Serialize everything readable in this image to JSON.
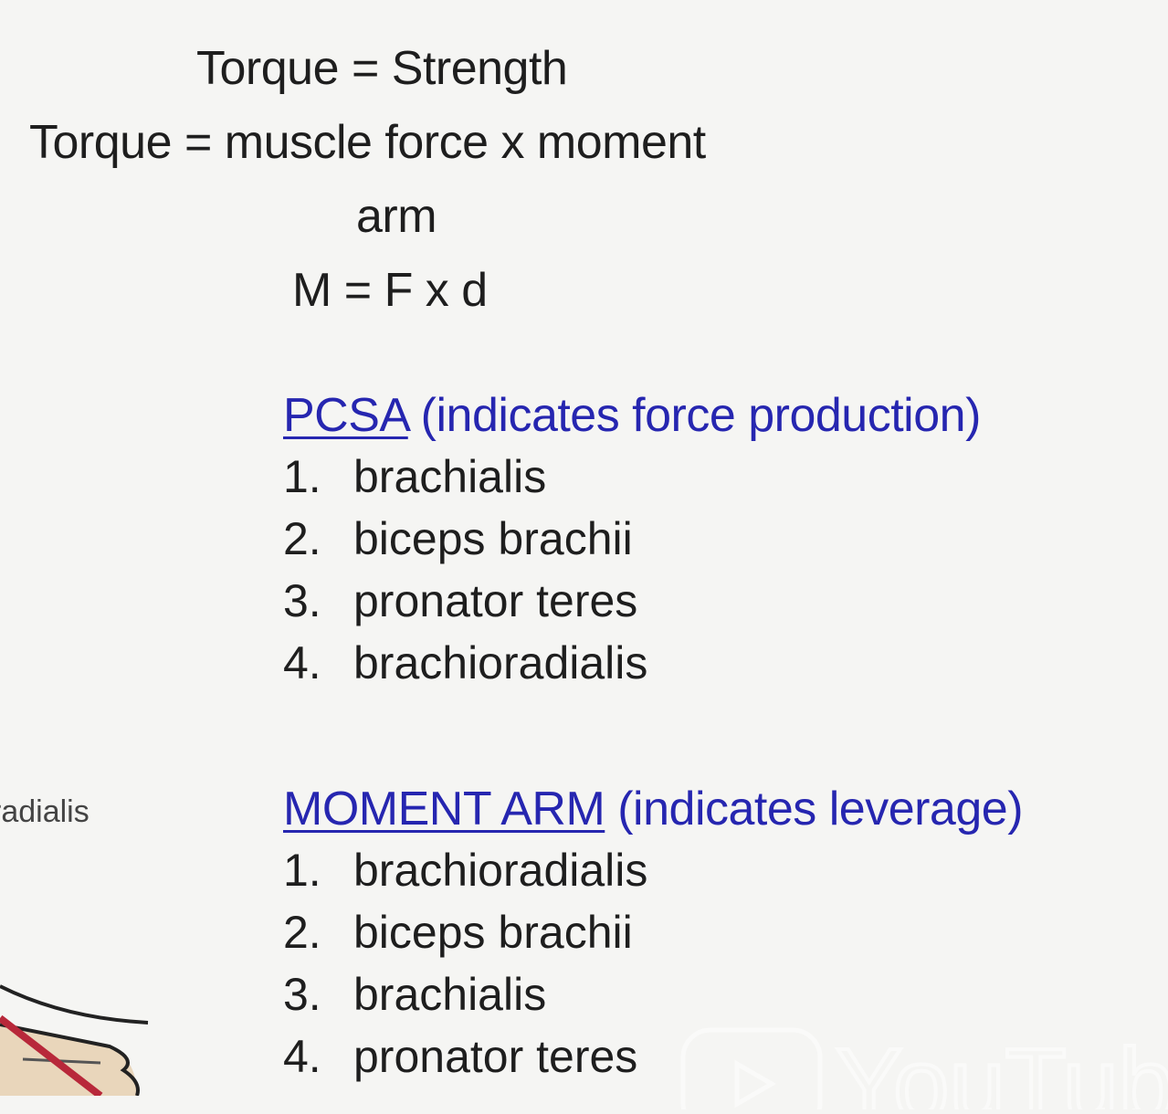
{
  "equations": {
    "line1": "Torque = Strength",
    "line2": "Torque = muscle force x moment",
    "line3": "arm",
    "line4": "M = F x d"
  },
  "pcsa": {
    "heading_link": "PCSA",
    "heading_rest": " (indicates force production)",
    "items": [
      {
        "num": "1.",
        "label": "brachialis"
      },
      {
        "num": "2.",
        "label": "biceps brachii"
      },
      {
        "num": "3.",
        "label": "pronator teres"
      },
      {
        "num": "4.",
        "label": "brachioradialis"
      }
    ]
  },
  "moment_arm": {
    "heading_link": "MOMENT ARM",
    "heading_rest": " (indicates leverage)",
    "items": [
      {
        "num": "1.",
        "label": "brachioradialis"
      },
      {
        "num": "2.",
        "label": "biceps brachii"
      },
      {
        "num": "3.",
        "label": "brachialis"
      },
      {
        "num": "4.",
        "label": "pronator teres"
      }
    ]
  },
  "side_label": "radialis",
  "watermark": "YouTube",
  "colors": {
    "link": "#2626b0",
    "text": "#1e1e1e",
    "background": "#f5f5f3",
    "strike": "#b8283a",
    "skin": "#e9d6bb"
  }
}
